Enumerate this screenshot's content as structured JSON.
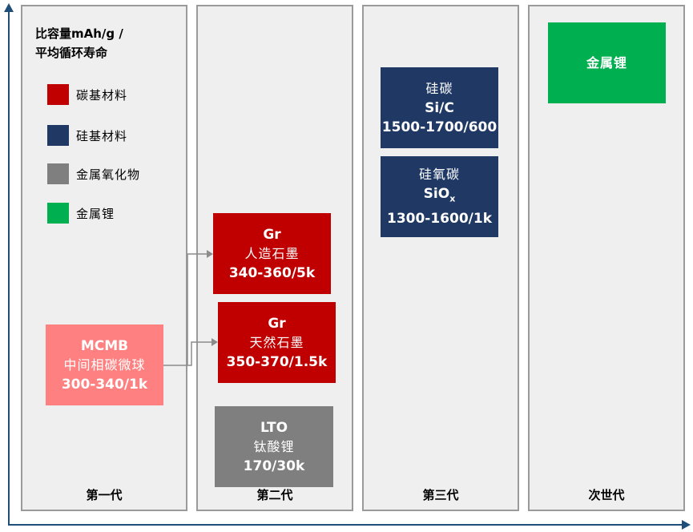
{
  "legend": {
    "title_line1": "比容量mAh/g /",
    "title_line2": "平均循环寿命",
    "items": [
      {
        "label": "碳基材料",
        "color": "#c00000"
      },
      {
        "label": "硅基材料",
        "color": "#1f3864"
      },
      {
        "label": "金属氧化物",
        "color": "#7f7f7f"
      },
      {
        "label": "金属锂",
        "color": "#00b050"
      }
    ]
  },
  "columns": [
    {
      "label": "第一代"
    },
    {
      "label": "第二代"
    },
    {
      "label": "第三代"
    },
    {
      "label": "次世代"
    }
  ],
  "materials": {
    "mcmb": {
      "name": "MCMB",
      "cn": "中间相碳微球",
      "value": "300-340/1k",
      "color": "#ff8080"
    },
    "gr_artificial": {
      "name": "Gr",
      "cn": "人造石墨",
      "value": "340-360/5k",
      "color": "#c00000"
    },
    "gr_natural": {
      "name": "Gr",
      "cn": "天然石墨",
      "value": "350-370/1.5k",
      "color": "#c00000"
    },
    "lto": {
      "name": "LTO",
      "cn": "钛酸锂",
      "value": "170/30k",
      "color": "#7f7f7f"
    },
    "si_c": {
      "cn": "硅碳",
      "name": "Si/C",
      "value": "1500-1700/600",
      "color": "#1f3864"
    },
    "sio_x": {
      "cn": "硅氧碳",
      "name_base": "SiO",
      "name_sub": "x",
      "value": "1300-1600/1k",
      "color": "#1f3864"
    },
    "li_metal": {
      "cn": "金属锂",
      "color": "#00b050"
    }
  }
}
